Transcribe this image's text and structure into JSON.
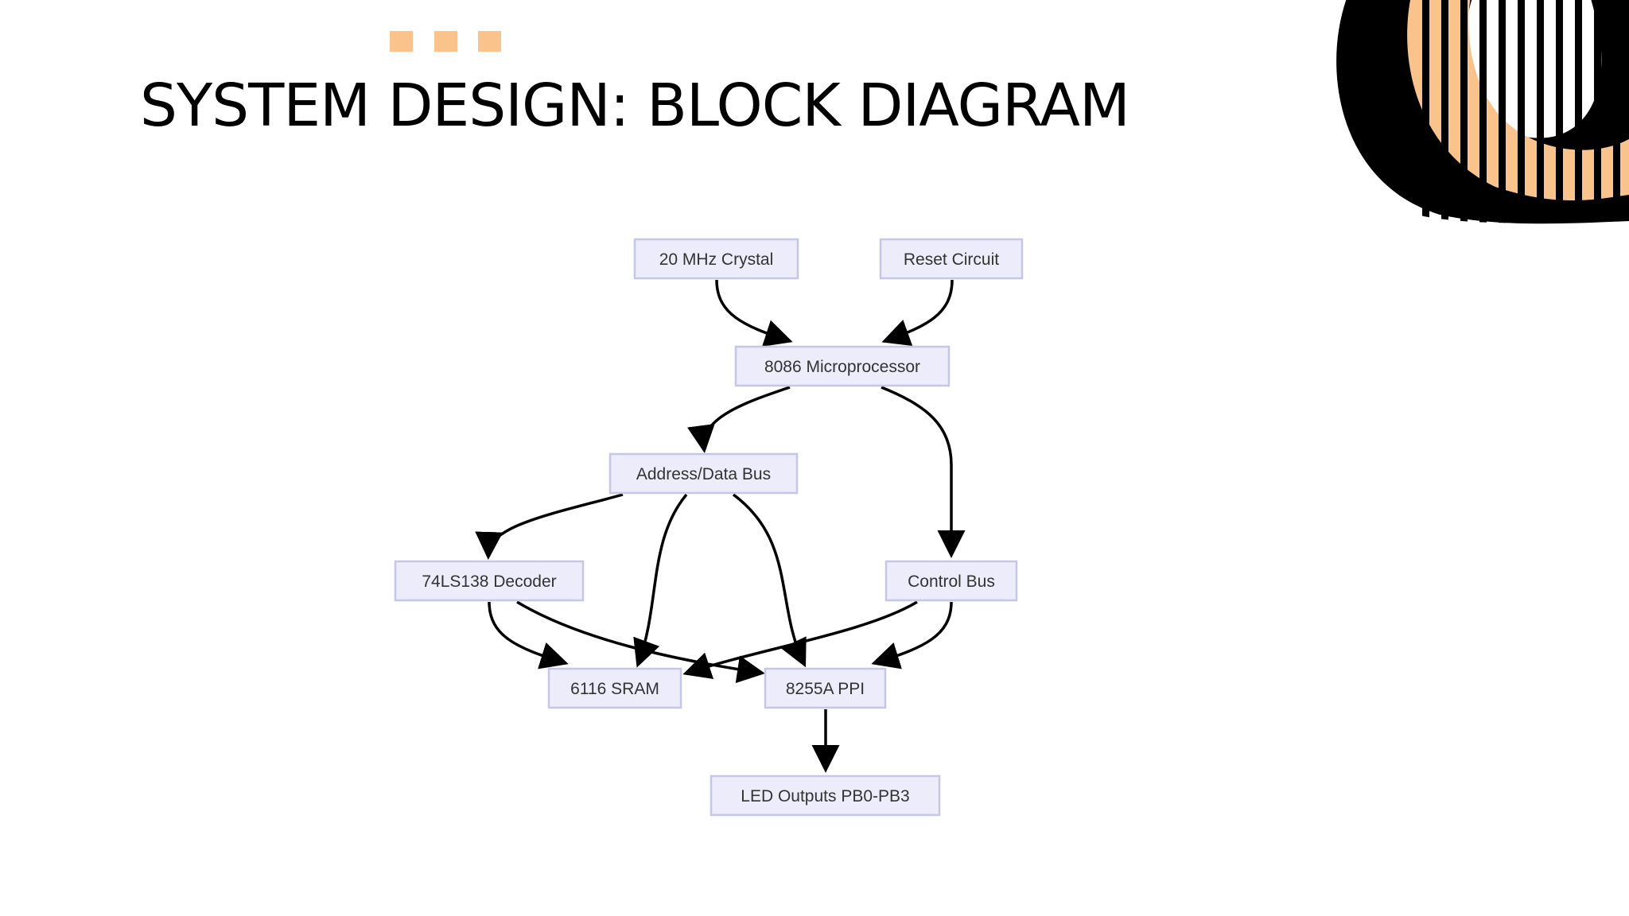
{
  "slide": {
    "title": "SYSTEM DESIGN: BLOCK DIAGRAM"
  },
  "colors": {
    "accent": "#fbc38c",
    "text": "#000000",
    "node_fill": "#ececfb",
    "node_border": "#c6c6e6",
    "edge": "#000000"
  },
  "decor": {
    "squares": 3,
    "logo_icon": "striped-ring-logo"
  },
  "diagram": {
    "nodes": [
      {
        "id": "crystal",
        "label": "20 MHz Crystal"
      },
      {
        "id": "reset",
        "label": "Reset Circuit"
      },
      {
        "id": "cpu",
        "label": "8086 Microprocessor"
      },
      {
        "id": "addrbus",
        "label": "Address/Data Bus"
      },
      {
        "id": "decoder",
        "label": "74LS138 Decoder"
      },
      {
        "id": "ctrlbus",
        "label": "Control Bus"
      },
      {
        "id": "sram",
        "label": "6116 SRAM"
      },
      {
        "id": "ppi",
        "label": "8255A PPI"
      },
      {
        "id": "led",
        "label": "LED Outputs PB0-PB3"
      }
    ],
    "edges": [
      {
        "from": "crystal",
        "to": "cpu"
      },
      {
        "from": "reset",
        "to": "cpu"
      },
      {
        "from": "cpu",
        "to": "addrbus"
      },
      {
        "from": "cpu",
        "to": "ctrlbus"
      },
      {
        "from": "addrbus",
        "to": "decoder"
      },
      {
        "from": "addrbus",
        "to": "sram"
      },
      {
        "from": "addrbus",
        "to": "ppi"
      },
      {
        "from": "decoder",
        "to": "sram"
      },
      {
        "from": "decoder",
        "to": "ppi"
      },
      {
        "from": "ctrlbus",
        "to": "sram"
      },
      {
        "from": "ctrlbus",
        "to": "ppi"
      },
      {
        "from": "ppi",
        "to": "led"
      }
    ]
  }
}
